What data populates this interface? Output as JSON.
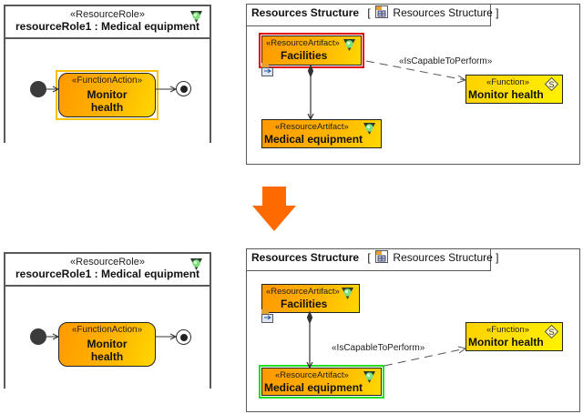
{
  "top": {
    "role_frame": {
      "stereotype": "«ResourceRole»",
      "name": "resourceRole1 : Medical equipment",
      "action": {
        "stereotype": "«FunctionAction»",
        "name_line1": "Monitor",
        "name_line2": "health",
        "selected": true
      }
    },
    "structure": {
      "tab_title": "Resources Structure",
      "tab_ref_open": "[",
      "tab_ref_label": "Resources Structure",
      "tab_ref_close": "]",
      "facilities": {
        "stereotype": "«ResourceArtifact»",
        "name": "Facilities",
        "selected": true,
        "selection_color": "#e00000"
      },
      "medical": {
        "stereotype": "«ResourceArtifact»",
        "name": "Medical equipment",
        "selected": false
      },
      "function": {
        "stereotype": "«Function»",
        "name": "Monitor health"
      },
      "edge_label": "«IsCapableToPerform»",
      "edge_source": "Facilities"
    }
  },
  "transition_arrow": {
    "color": "#ff6a00",
    "icon": "arrow-down-icon"
  },
  "bottom": {
    "role_frame": {
      "stereotype": "«ResourceRole»",
      "name": "resourceRole1 : Medical equipment",
      "action": {
        "stereotype": "«FunctionAction»",
        "name_line1": "Monitor",
        "name_line2": "health",
        "selected": false
      }
    },
    "structure": {
      "tab_title": "Resources Structure",
      "tab_ref_open": "[",
      "tab_ref_label": "Resources Structure",
      "tab_ref_close": "]",
      "facilities": {
        "stereotype": "«ResourceArtifact»",
        "name": "Facilities",
        "selected": false
      },
      "medical": {
        "stereotype": "«ResourceArtifact»",
        "name": "Medical equipment",
        "selected": true,
        "selection_color": "#22dd22"
      },
      "function": {
        "stereotype": "«Function»",
        "name": "Monitor health"
      },
      "edge_label": "«IsCapableToPerform»",
      "edge_source": "Medical equipment"
    }
  },
  "colors": {
    "artifact_gradient_start": "#ff9900",
    "artifact_gradient_end": "#ffd800",
    "function_fill": "#ffe400",
    "action_selection": "#ffc000"
  }
}
